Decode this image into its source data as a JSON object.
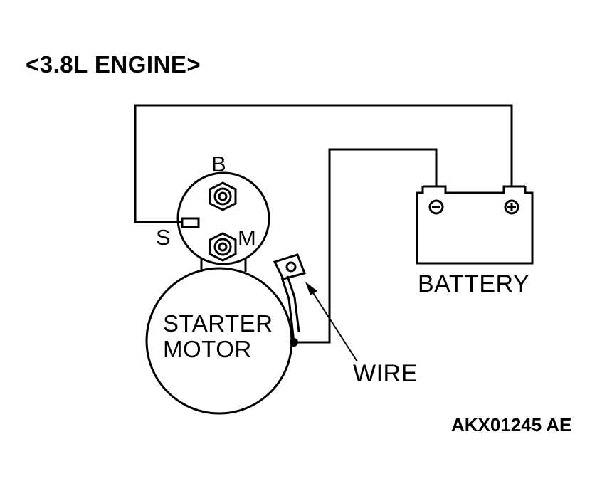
{
  "heading": "<3.8L ENGINE>",
  "terminals": {
    "b": "B",
    "s": "S",
    "m": "M"
  },
  "starter_motor": {
    "line1": "STARTER",
    "line2": "MOTOR"
  },
  "battery": {
    "label": "BATTERY",
    "negative_symbol": "⊖",
    "positive_symbol": "⊕"
  },
  "wire_label": "WIRE",
  "figure_code": {
    "code": "AKX01245",
    "suffix": "AE"
  },
  "colors": {
    "ink": "#000000",
    "paper": "#ffffff"
  }
}
